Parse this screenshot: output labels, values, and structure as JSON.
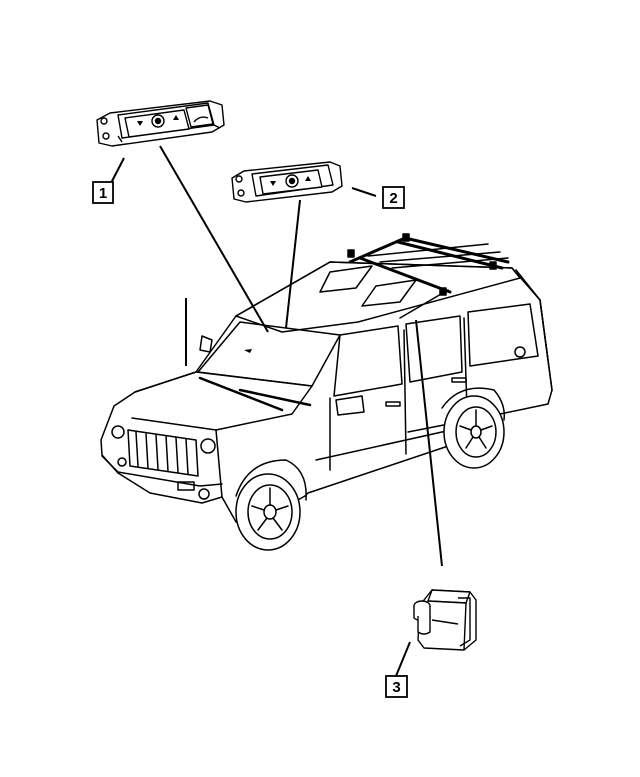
{
  "callouts": [
    {
      "number": "1"
    },
    {
      "number": "2"
    },
    {
      "number": "3"
    }
  ],
  "colors": {
    "line": "#000000",
    "background": "#ffffff",
    "panel_fill": "#ffffff"
  },
  "icons": [
    "overhead-console-switch-icon",
    "rear-overhead-switch-icon",
    "sensor-connector-icon",
    "vehicle-suv-icon"
  ]
}
